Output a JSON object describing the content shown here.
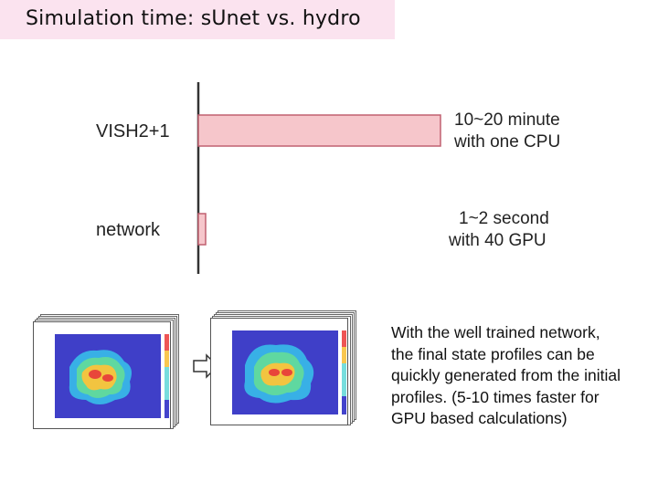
{
  "slide": {
    "title": "Simulation time: sUnet vs. hydro",
    "caption_lines": [
      "With the well trained network,",
      "the final state profiles can be",
      "quickly generated from the initial",
      "profiles. (5-10 times faster for",
      "GPU based calculations)"
    ]
  },
  "chart_data": {
    "type": "bar",
    "orientation": "horizontal",
    "categories": [
      "VISH2+1",
      "network"
    ],
    "annotations": [
      [
        "10~20 minute",
        "with one CPU"
      ],
      [
        "1~2 second",
        "with 40 GPU"
      ]
    ],
    "values": [
      100,
      1.7
    ],
    "bar_color": "#f6c6cb",
    "bar_edge": "#c06070",
    "grid": false
  },
  "figure": {
    "panels": [
      "initial-profile",
      "final-profile"
    ],
    "arrow": "right-arrow-icon"
  }
}
